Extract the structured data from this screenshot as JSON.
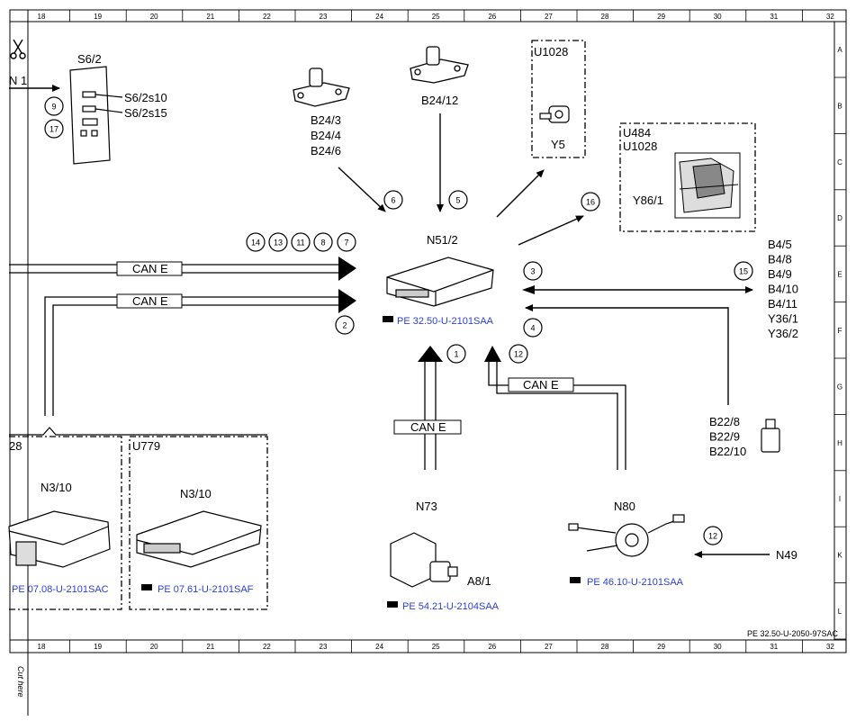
{
  "grid": {
    "columns": [
      "18",
      "19",
      "20",
      "21",
      "22",
      "23",
      "24",
      "25",
      "26",
      "27",
      "28",
      "29",
      "30",
      "31",
      "32"
    ],
    "rows": [
      "A",
      "B",
      "C",
      "D",
      "E",
      "F",
      "G",
      "H",
      "I",
      "K",
      "L"
    ]
  },
  "labels": {
    "n1": "N 1",
    "s62": "S6/2",
    "s62s10": "S6/2s10",
    "s62s15": "S6/2s15",
    "b243": "B24/3",
    "b244": "B24/4",
    "b246": "B24/6",
    "b2412": "B24/12",
    "u1028a": "U1028",
    "y5": "Y5",
    "u484": "U484",
    "u1028b": "U1028",
    "y861": "Y86/1",
    "n512": "N51/2",
    "b4_list": [
      "B4/5",
      "B4/8",
      "B4/9",
      "B4/10",
      "B4/11",
      "Y36/1",
      "Y36/2"
    ],
    "b22_list": [
      "B22/8",
      "B22/9",
      "B22/10"
    ],
    "can1": "CAN E",
    "can2": "CAN E",
    "can3": "CAN E",
    "can4": "CAN E",
    "n310a": "N3/10",
    "n310b": "N3/10",
    "u779": "U779",
    "n28": "28",
    "n73": "N73",
    "a81": "A8/1",
    "n80": "N80",
    "n49": "N49",
    "cut_here": "Cut here",
    "doc_id": "PE 32.50-U-2050-97SAC"
  },
  "refs": {
    "n512": "PE 32.50-U-2101SAA",
    "n310a": "PE 07.08-U-2101SAC",
    "n310b": "PE 07.61-U-2101SAF",
    "n73": "PE 54.21-U-2104SAA",
    "n80": "PE 46.10-U-2101SAA"
  },
  "circles": {
    "c9": "9",
    "c17": "17",
    "c6": "6",
    "c5": "5",
    "c16": "16",
    "c14": "14",
    "c13": "13",
    "c11": "11",
    "c8": "8",
    "c7": "7",
    "c3": "3",
    "c15": "15",
    "c2": "2",
    "c4": "4",
    "c1": "1",
    "c12a": "12",
    "c12b": "12"
  }
}
